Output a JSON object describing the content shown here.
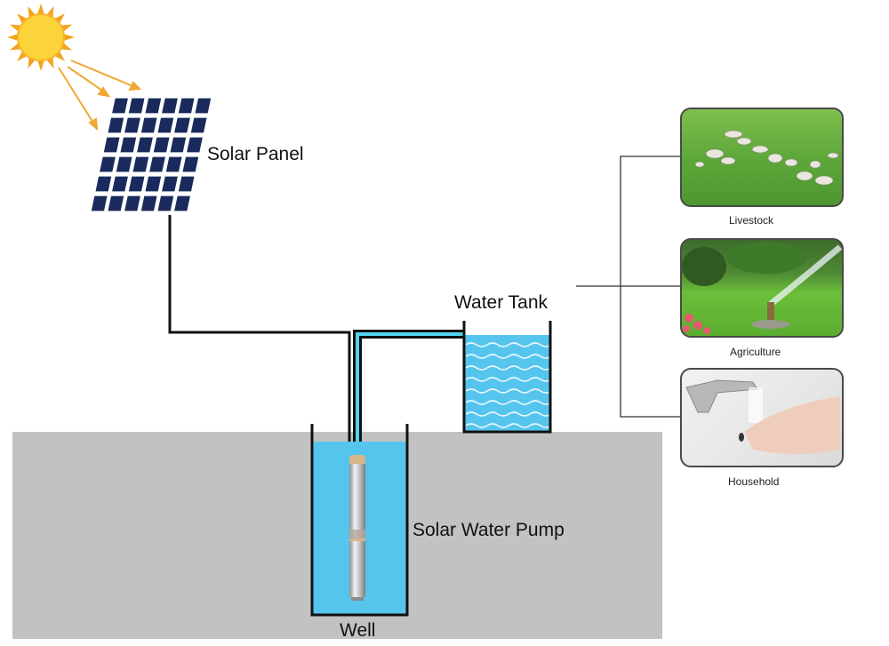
{
  "diagram": {
    "title": "Solar Water Pumping System",
    "labels": {
      "solar_panel": "Solar Panel",
      "water_tank": "Water Tank",
      "solar_water_pump": "Solar Water Pump",
      "well": "Well"
    },
    "uses": [
      {
        "label": "Livestock",
        "icon": "livestock-photo"
      },
      {
        "label": "Agriculture",
        "icon": "sprinkler-photo"
      },
      {
        "label": "Household",
        "icon": "tap-handwash-photo"
      }
    ],
    "colors": {
      "sun": "#fcd43a",
      "sun_rays": "#f4a320",
      "panel": "#1b2a5c",
      "water": "#56c5ee",
      "ground": "#c0c3c2",
      "wire": "#111111"
    }
  }
}
